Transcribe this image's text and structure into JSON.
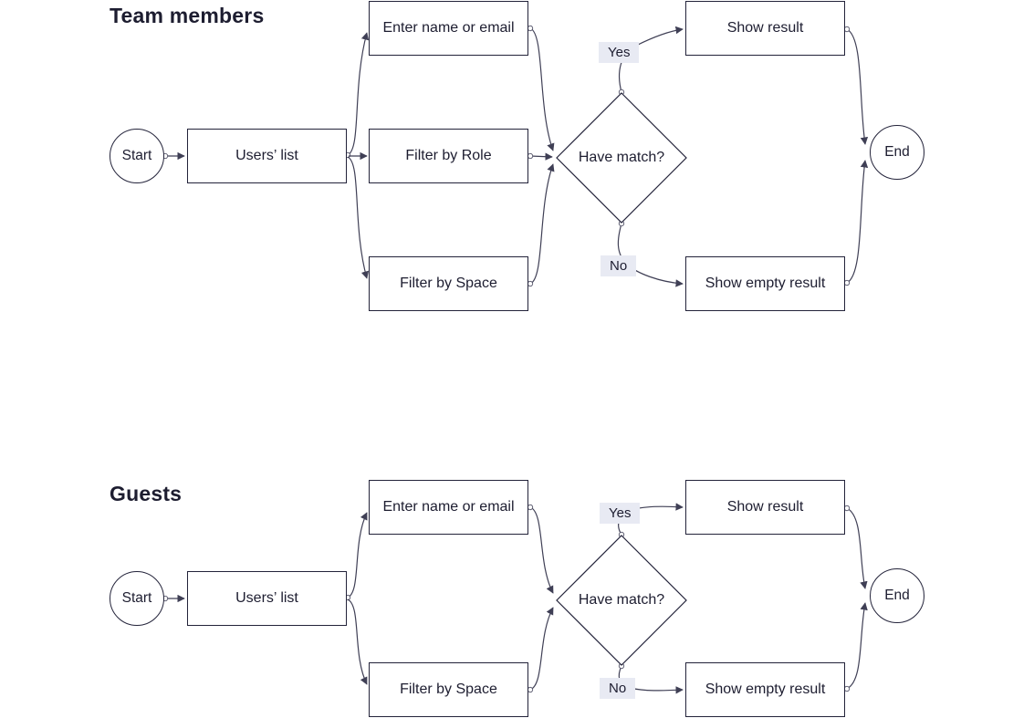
{
  "colors": {
    "background": "#ffffff",
    "shape_stroke": "#23233a",
    "connector": "#3f3f55",
    "edge_tag_background": "#e8eaf3",
    "text": "#1d1d30"
  },
  "sections": {
    "team": {
      "title": "Team members",
      "start": "Start",
      "users_list": "Users’ list",
      "enter_name": "Enter name or email",
      "filter_role": "Filter by Role",
      "filter_space": "Filter by Space",
      "decision": "Have match?",
      "yes_label": "Yes",
      "no_label": "No",
      "show_result": "Show result",
      "show_empty": "Show empty result",
      "end": "End"
    },
    "guests": {
      "title": "Guests",
      "start": "Start",
      "users_list": "Users’ list",
      "enter_name": "Enter name or email",
      "filter_space": "Filter by Space",
      "decision": "Have match?",
      "yes_label": "Yes",
      "no_label": "No",
      "show_result": "Show result",
      "show_empty": "Show empty result",
      "end": "End"
    }
  }
}
